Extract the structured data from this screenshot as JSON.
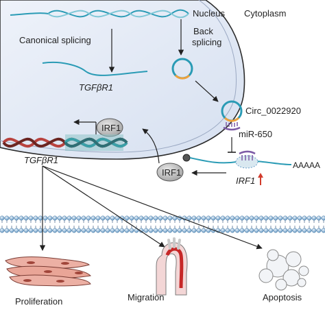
{
  "labels": {
    "nucleus": "Nucleus",
    "cytoplasm": "Cytoplasm",
    "canonical_splicing": "Canonical splicing",
    "tgfbr1_top": "TGFβR1",
    "back_splicing_1": "Back",
    "back_splicing_2": "splicing",
    "circ": "Circ_0022920",
    "mir": "miR-650",
    "irf1_mrna": "IRF1",
    "polya": "AAAAA",
    "irf1_protein_nucleus": "IRF1",
    "irf1_protein_cyto": "IRF1",
    "tgfbr1_gene": "TGFβR1",
    "proliferation": "Proliferation",
    "migration": "Migration",
    "apoptosis": "Apoptosis"
  },
  "colors": {
    "nucleus_fill": "#e3eaf6",
    "membrane_head": "#6aa0c9",
    "rna": "#2a9bb5",
    "dna_red": "#b9433f",
    "dna_teal": "#3aa0a8",
    "protein_grey": "#bdbdbd",
    "up_arrow": "#d23b2c",
    "mir_purple": "#7c5aa6",
    "circ_orange": "#f0a13a"
  }
}
